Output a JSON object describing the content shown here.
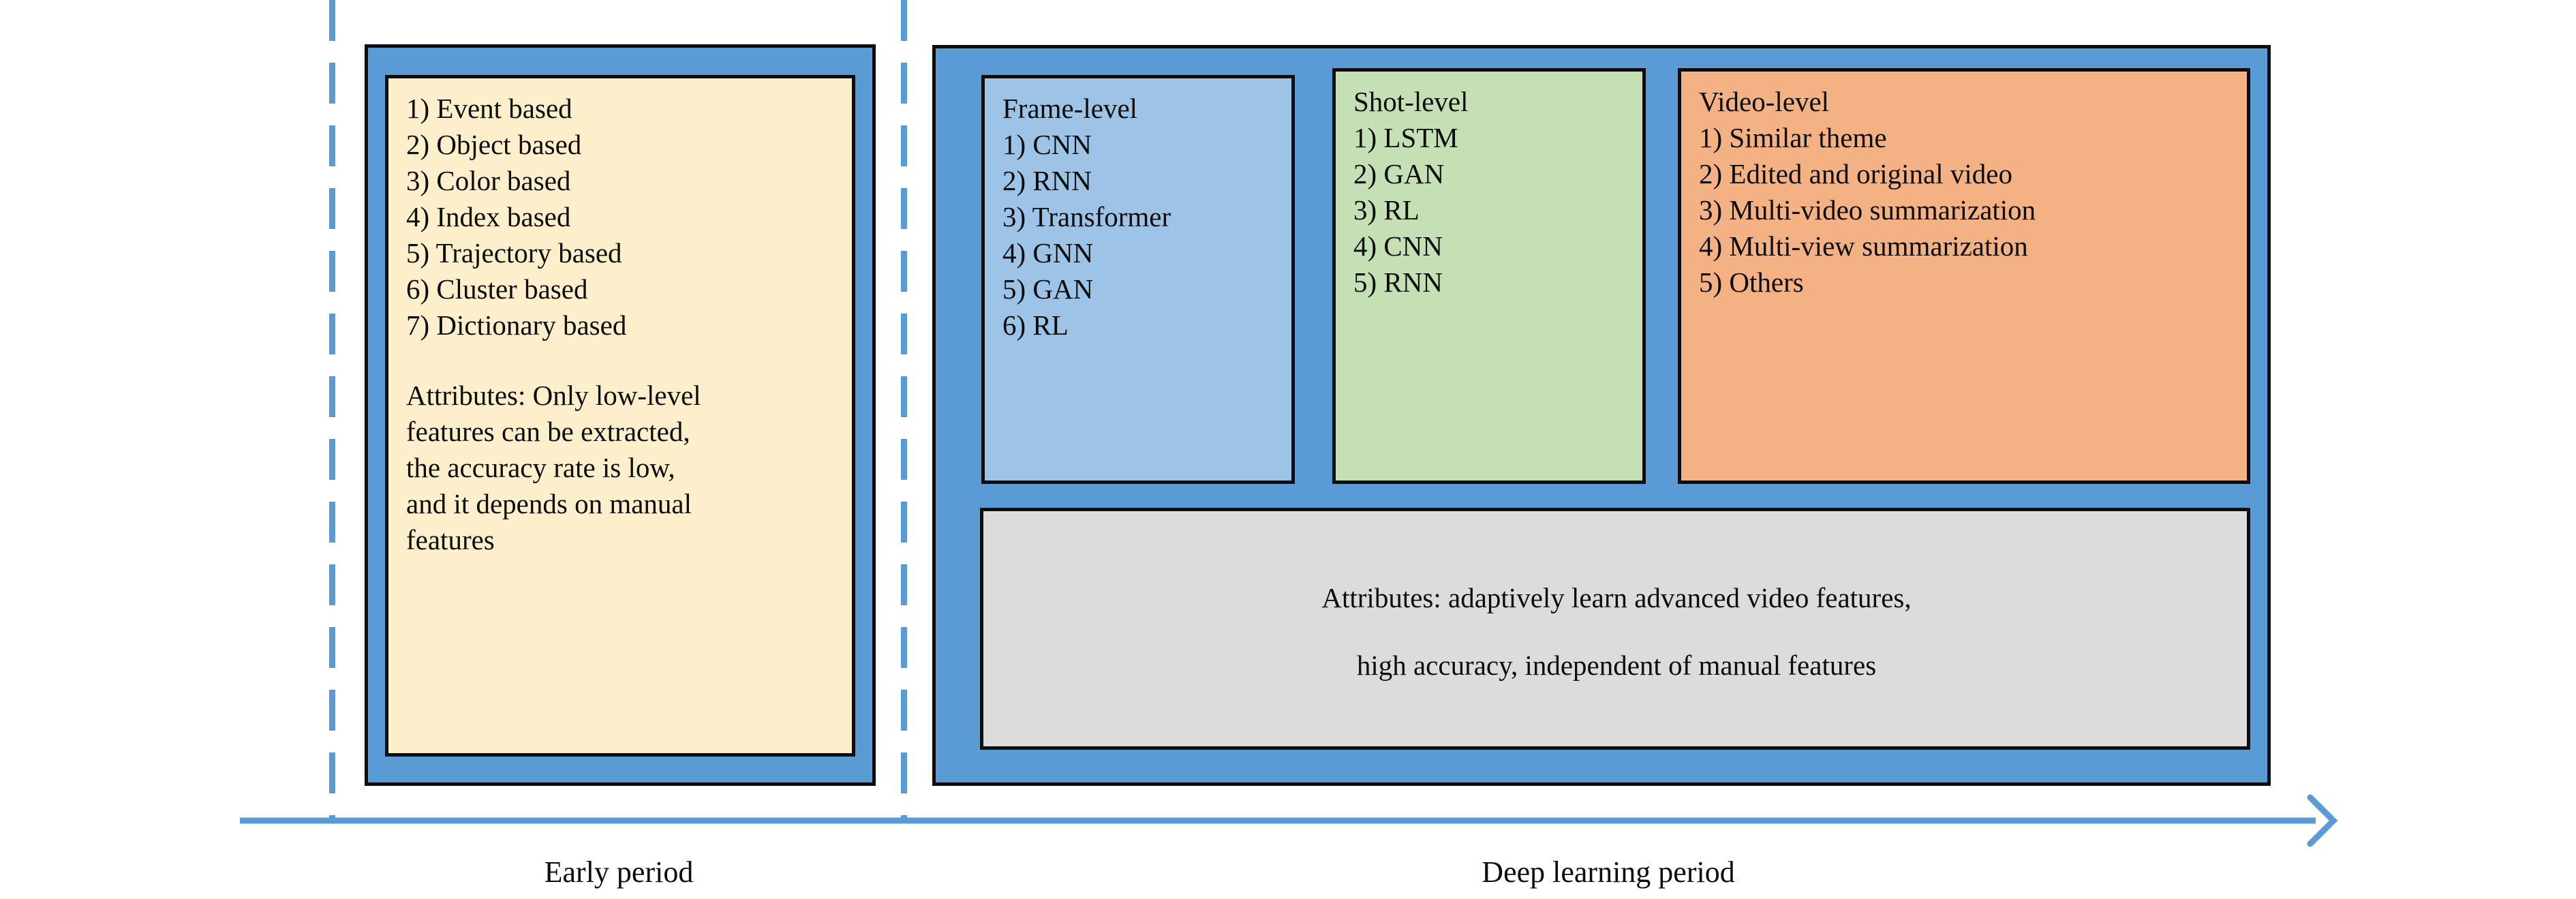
{
  "diagram": {
    "title_implicit": "Video summarization methods timeline",
    "colors": {
      "panel_blue": "#5B9BD5",
      "card_cream": "#FDEFCB",
      "card_blue": "#9DC3E6",
      "card_green": "#C5E0B4",
      "card_orange": "#F4B183",
      "card_gray": "#DCDCDC",
      "outline": "#0D0D0D",
      "timeline": "#5B9BD5"
    }
  },
  "early_period": {
    "card": {
      "items": [
        "1) Event based",
        "2) Object based",
        "3) Color based",
        "4) Index based",
        "5) Trajectory based",
        "6) Cluster based",
        "7) Dictionary based"
      ],
      "attributes_lines": [
        "Attributes: Only low-level",
        "features can be extracted,",
        "the accuracy rate is low,",
        "and it depends on manual",
        "features"
      ]
    },
    "label": "Early period"
  },
  "deep_learning_period": {
    "frame_level": {
      "title": "Frame-level",
      "items": [
        "1) CNN",
        "2) RNN",
        "3) Transformer",
        "4) GNN",
        "5) GAN",
        "6) RL"
      ]
    },
    "shot_level": {
      "title": "Shot-level",
      "items": [
        "1) LSTM",
        "2) GAN",
        "3) RL",
        "4) CNN",
        "5) RNN"
      ]
    },
    "video_level": {
      "title": "Video-level",
      "items": [
        "1) Similar theme",
        "2) Edited and original video",
        "3) Multi-video summarization",
        "4) Multi-view summarization",
        "5) Others"
      ]
    },
    "attributes": {
      "line1": "Attributes: adaptively learn advanced video features,",
      "line2": "high accuracy, independent of manual features"
    },
    "label": "Deep learning period"
  }
}
